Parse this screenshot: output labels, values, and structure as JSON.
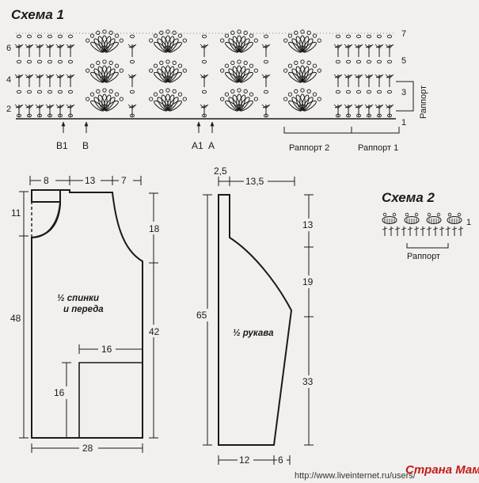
{
  "scheme1": {
    "title": "Схема 1",
    "row_numbers_left": [
      "6",
      "4",
      "2"
    ],
    "row_numbers_right": [
      "7",
      "5",
      "3",
      "1"
    ],
    "rapport_vertical": "Раппорт",
    "markers": [
      "B1",
      "B",
      "A1",
      "A"
    ],
    "rapport2": "Раппорт 2",
    "rapport1": "Раппорт 1"
  },
  "front": {
    "label_line1": "½ спинки",
    "label_line2": "и переда",
    "dims": {
      "top_left": "8",
      "top_mid": "13",
      "top_right": "7",
      "left_top": "11",
      "left_total": "48",
      "right_top": "18",
      "right_bottom": "42",
      "pocket_width": "16",
      "pocket_height": "16",
      "bottom": "28"
    }
  },
  "sleeve": {
    "label": "½ рукава",
    "dims": {
      "top_small": "2,5",
      "top_width": "13,5",
      "left_total": "65",
      "right_1": "13",
      "right_2": "19",
      "right_3": "33",
      "bottom_1": "12",
      "bottom_2": "6"
    }
  },
  "scheme2": {
    "title": "Схема 2",
    "row_number": "1",
    "rapport": "Раппорт"
  },
  "watermark": {
    "url": "http://www.liveinternet.ru/users/",
    "brand": "Страна Мам"
  },
  "colors": {
    "ink": "#1a1a1a",
    "paper": "#f1f0ee",
    "brand": "#c21d1d"
  }
}
